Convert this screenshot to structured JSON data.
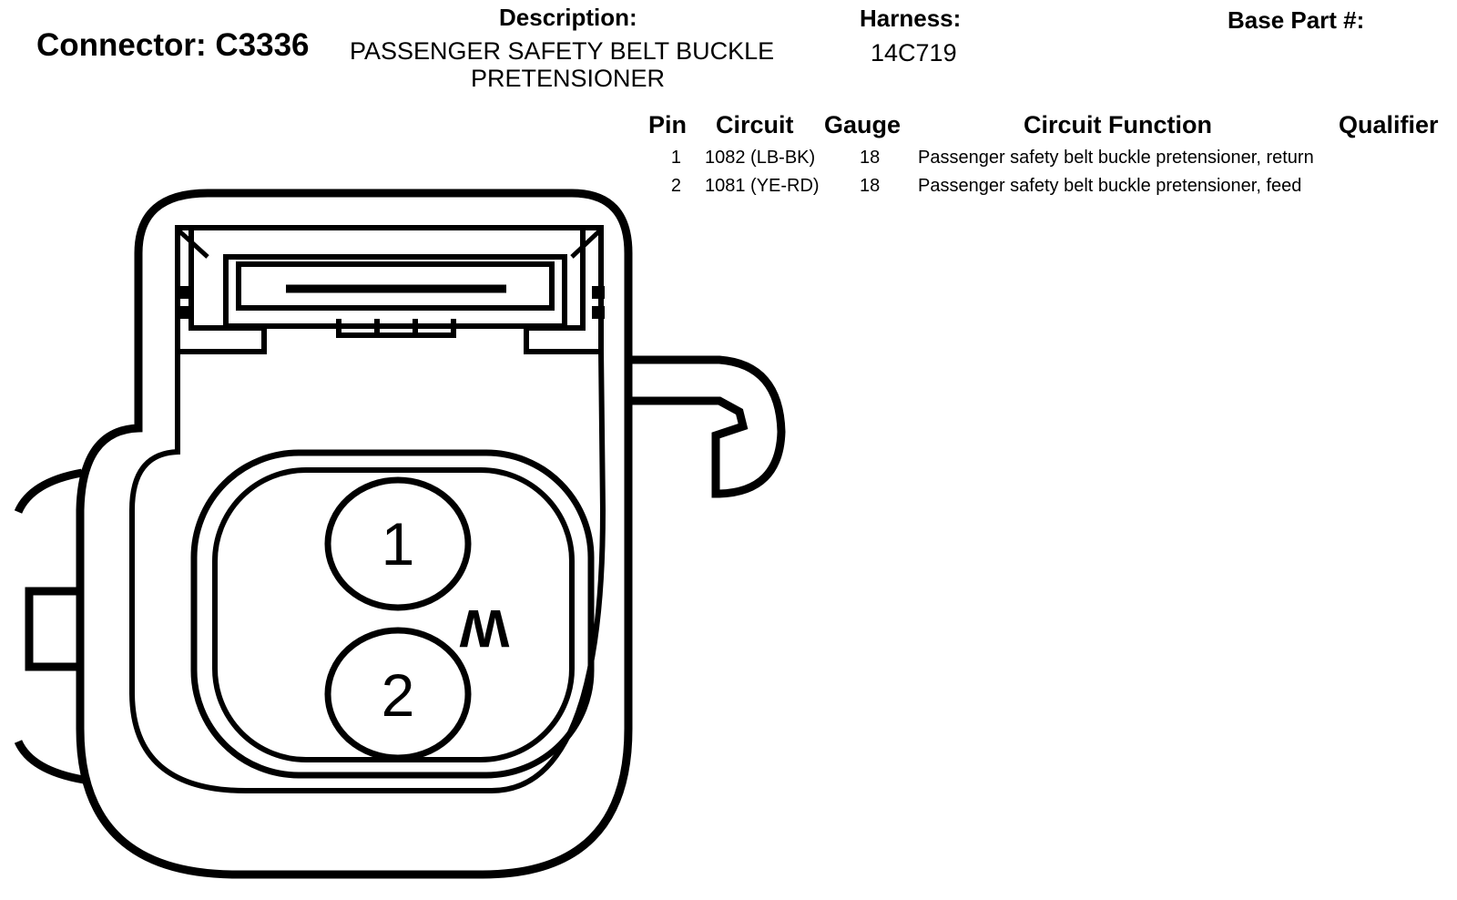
{
  "header": {
    "connector_title": "Connector: C3336",
    "description_label": "Description:",
    "description_line1": "PASSENGER SAFETY BELT BUCKLE",
    "description_line2": "PRETENSIONER",
    "harness_label": "Harness:",
    "harness_value": "14C719",
    "base_part_label": "Base Part #:"
  },
  "pin_table": {
    "headers": {
      "pin": "Pin",
      "circuit": "Circuit",
      "gauge": "Gauge",
      "function": "Circuit Function",
      "qualifier": "Qualifier"
    },
    "rows": [
      {
        "pin": "1",
        "circuit": "1082 (LB-BK)",
        "gauge": "18",
        "function": "Passenger safety belt buckle pretensioner, return",
        "qualifier": ""
      },
      {
        "pin": "2",
        "circuit": "1081 (YE-RD)",
        "gauge": "18",
        "function": "Passenger safety belt buckle pretensioner, feed",
        "qualifier": ""
      }
    ]
  },
  "connector_face": {
    "pin_labels": [
      "1",
      "2"
    ],
    "key_mark": "W"
  }
}
